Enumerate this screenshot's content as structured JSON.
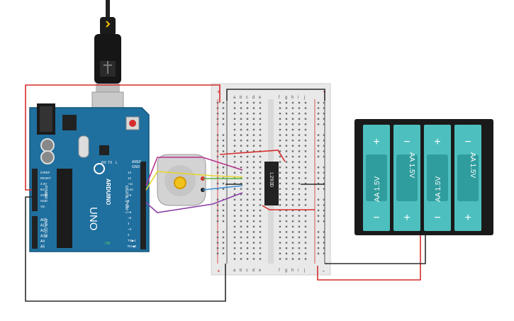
{
  "arduino": {
    "brand": "ARDUINO",
    "model": "UNO",
    "aref": "AREF",
    "gnd": "GND",
    "digital_label": "DIGITAL (PWM~)",
    "power_label": "POWER",
    "analog_label": "ANALOG IN",
    "tx_label": "TX",
    "rx_label": "RX",
    "on_label": "ON",
    "l_label": "L",
    "reset_btn_label": "",
    "power_pins": [
      "IOREF",
      "RESET",
      "3.3V",
      "5V",
      "GND",
      "GND",
      "Vin"
    ],
    "analog_pins": [
      "A0",
      "A1",
      "A2",
      "A3",
      "A4",
      "A5"
    ],
    "digital_pins": [
      "13",
      "12",
      "~11",
      "~10",
      "~9",
      "8",
      "7",
      "~6",
      "~5",
      "4",
      "~3",
      "2",
      "TX▶1",
      "RX◀0"
    ]
  },
  "breadboard": {
    "columns_left": [
      "a",
      "b",
      "c",
      "d",
      "e"
    ],
    "columns_right": [
      "f",
      "g",
      "h",
      "i",
      "j"
    ],
    "row_count": 30,
    "rail_plus": "+",
    "rail_minus": "-"
  },
  "ic": {
    "label": "L293D"
  },
  "battery_pack": {
    "cells": [
      {
        "label": "AA 1.5V",
        "top": "+",
        "bottom": "−"
      },
      {
        "label": "AA 1.5V",
        "top": "−",
        "bottom": "+"
      },
      {
        "label": "AA 1.5V",
        "top": "+",
        "bottom": "−"
      },
      {
        "label": "AA 1.5V",
        "top": "−",
        "bottom": "+"
      }
    ]
  },
  "colors": {
    "arduino_blue": "#1f6f9f",
    "battery_teal": "#4ebfbf",
    "wire_red": "#d62c2c",
    "wire_black": "#2b2b2b",
    "wire_green": "#5bb447",
    "wire_blue": "#3b8fd6",
    "wire_yellow": "#e6d531",
    "wire_purple": "#8a3fa8",
    "wire_magenta": "#b3338f"
  }
}
